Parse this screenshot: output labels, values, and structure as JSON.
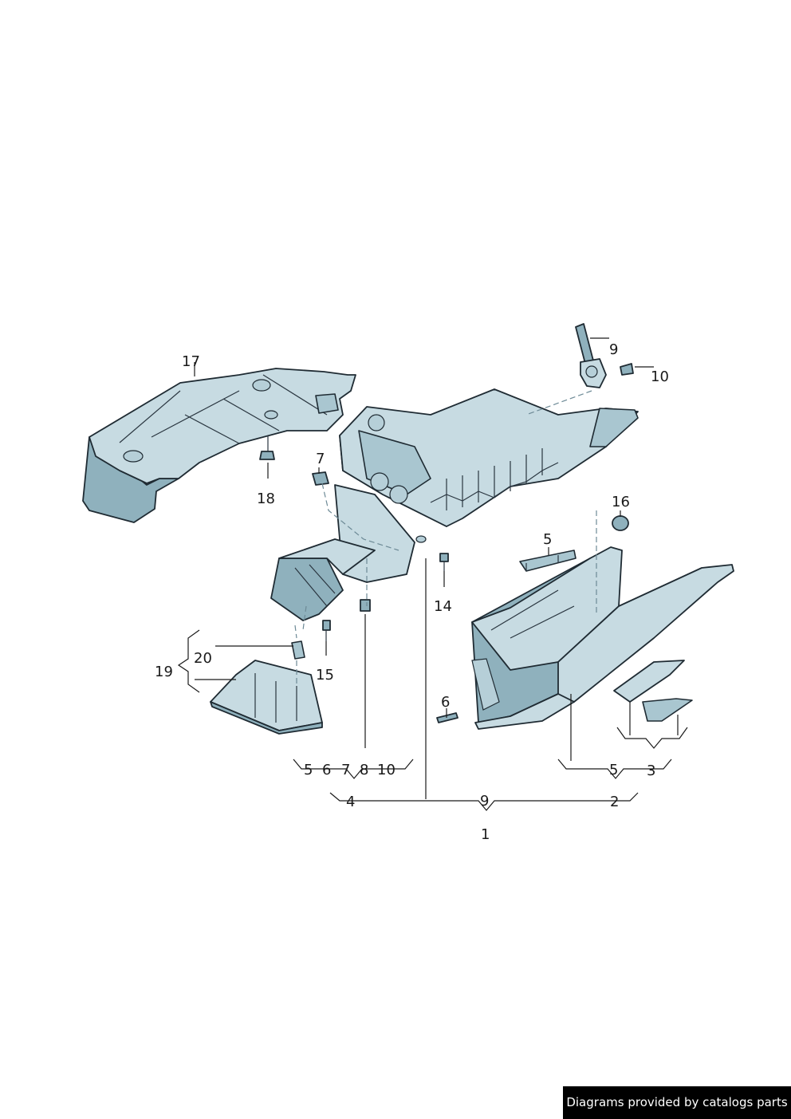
{
  "callouts": {
    "c17": "17",
    "c18": "18",
    "c7": "7",
    "c9": "9",
    "c10": "10",
    "c16": "16",
    "c5a": "5",
    "c14": "14",
    "c15": "15",
    "c20": "20",
    "c19": "19",
    "c6": "6",
    "g1_5": "5",
    "g1_6": "6",
    "g1_7": "7",
    "g1_8": "8",
    "g1_10": "10",
    "g2_5": "5",
    "g2_3": "3",
    "g3_4": "4",
    "g3_9": "9",
    "g3_2": "2",
    "g4_1": "1"
  },
  "footer": {
    "credit": "Diagrams provided by catalogs parts"
  }
}
